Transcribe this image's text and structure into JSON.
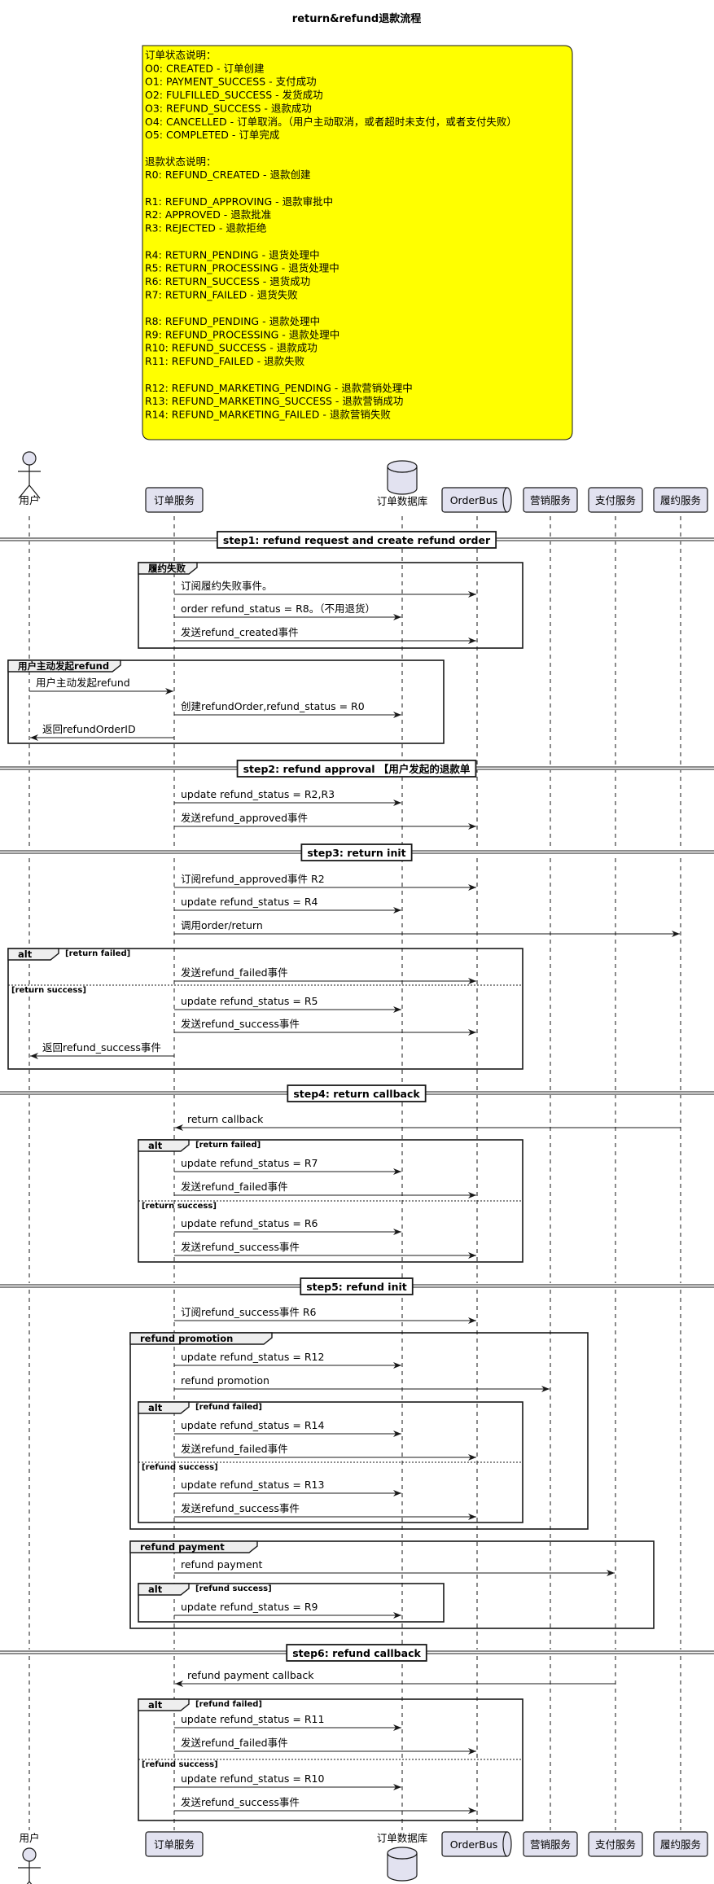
{
  "title": "return&refund退款流程",
  "note": [
    "订单状态说明：",
    "O0: CREATED - 订单创建",
    "O1: PAYMENT_SUCCESS - 支付成功",
    "O2: FULFILLED_SUCCESS - 发货成功",
    "O3: REFUND_SUCCESS - 退款成功",
    "O4: CANCELLED - 订单取消。（用户主动取消，或者超时未支付，或者支付失败）",
    "O5: COMPLETED - 订单完成",
    "",
    "退款状态说明：",
    "R0: REFUND_CREATED - 退款创建",
    "",
    "R1: REFUND_APPROVING - 退款审批中",
    "R2: APPROVED - 退款批准",
    "R3: REJECTED - 退款拒绝",
    "",
    "R4: RETURN_PENDING - 退货处理中",
    "R5: RETURN_PROCESSING - 退货处理中",
    "R6: RETURN_SUCCESS - 退货成功",
    "R7: RETURN_FAILED - 退货失败",
    "",
    "R8: REFUND_PENDING - 退款处理中",
    "R9: REFUND_PROCESSING - 退款处理中",
    "R10: REFUND_SUCCESS - 退款成功",
    "R11: REFUND_FAILED - 退款失败",
    "",
    "R12: REFUND_MARKETING_PENDING - 退款营销处理中",
    "R13: REFUND_MARKETING_SUCCESS - 退款营销成功",
    "R14: REFUND_MARKETING_FAILED - 退款营销失败"
  ],
  "colors": {
    "note_fill": "#ffff00",
    "participant_fill": "#e2e2f0",
    "line": "#181818",
    "background": "#ffffff"
  },
  "participants": [
    {
      "id": "user",
      "label": "用户",
      "kind": "actor"
    },
    {
      "id": "order",
      "label": "订单服务",
      "kind": "participant"
    },
    {
      "id": "db",
      "label": "订单数据库",
      "kind": "database"
    },
    {
      "id": "bus",
      "label": "OrderBus",
      "kind": "queue"
    },
    {
      "id": "mkt",
      "label": "营销服务",
      "kind": "participant"
    },
    {
      "id": "pay",
      "label": "支付服务",
      "kind": "participant"
    },
    {
      "id": "ful",
      "label": "履约服务",
      "kind": "participant"
    }
  ],
  "dividers": [
    "step1: refund request and create refund order",
    "step2: refund approval 【用户发起的退款单",
    "step3: return init",
    "step4: return callback",
    "step5: refund init",
    "step6: refund callback"
  ],
  "frames": [
    {
      "label": "履约失败",
      "guards": []
    },
    {
      "label": "用户主动发起refund",
      "guards": []
    },
    {
      "label": "alt",
      "guards": [
        "[return failed]",
        "[return success]"
      ]
    },
    {
      "label": "alt",
      "guards": [
        "[return failed]",
        "[return success]"
      ]
    },
    {
      "label": "refund promotion",
      "guards": []
    },
    {
      "label": "alt",
      "guards": [
        "[refund failed]",
        "[refund success]"
      ]
    },
    {
      "label": "refund payment",
      "guards": []
    },
    {
      "label": "alt",
      "guards": [
        "[refund success]"
      ]
    },
    {
      "label": "alt",
      "guards": [
        "[refund failed]",
        "[refund success]"
      ]
    }
  ],
  "messages": [
    {
      "from": "order",
      "to": "bus",
      "text": "订阅履约失败事件。"
    },
    {
      "from": "order",
      "to": "db",
      "text": "order refund_status = R8。（不用退货）"
    },
    {
      "from": "order",
      "to": "bus",
      "text": "发送refund_created事件"
    },
    {
      "from": "user",
      "to": "order",
      "text": "用户主动发起refund"
    },
    {
      "from": "order",
      "to": "db",
      "text": "创建refundOrder,refund_status = R0"
    },
    {
      "from": "order",
      "to": "user",
      "text": "返回refundOrderID"
    },
    {
      "from": "order",
      "to": "db",
      "text": "update refund_status = R2,R3"
    },
    {
      "from": "order",
      "to": "bus",
      "text": "发送refund_approved事件"
    },
    {
      "from": "order",
      "to": "bus",
      "text": "订阅refund_approved事件 R2"
    },
    {
      "from": "order",
      "to": "db",
      "text": "update refund_status = R4"
    },
    {
      "from": "order",
      "to": "ful",
      "text": "调用order/return"
    },
    {
      "from": "order",
      "to": "bus",
      "text": "发送refund_failed事件"
    },
    {
      "from": "order",
      "to": "db",
      "text": "update refund_status = R5"
    },
    {
      "from": "order",
      "to": "bus",
      "text": "发送refund_success事件"
    },
    {
      "from": "order",
      "to": "user",
      "text": "返回refund_success事件"
    },
    {
      "from": "ful",
      "to": "order",
      "text": "return callback"
    },
    {
      "from": "order",
      "to": "db",
      "text": "update refund_status = R7"
    },
    {
      "from": "order",
      "to": "bus",
      "text": "发送refund_failed事件"
    },
    {
      "from": "order",
      "to": "db",
      "text": "update refund_status = R6"
    },
    {
      "from": "order",
      "to": "bus",
      "text": "发送refund_success事件"
    },
    {
      "from": "order",
      "to": "bus",
      "text": "订阅refund_success事件 R6"
    },
    {
      "from": "order",
      "to": "db",
      "text": "update refund_status = R12"
    },
    {
      "from": "order",
      "to": "mkt",
      "text": "refund promotion"
    },
    {
      "from": "order",
      "to": "db",
      "text": "update refund_status = R14"
    },
    {
      "from": "order",
      "to": "bus",
      "text": "发送refund_failed事件"
    },
    {
      "from": "order",
      "to": "db",
      "text": "update refund_status = R13"
    },
    {
      "from": "order",
      "to": "bus",
      "text": "发送refund_success事件"
    },
    {
      "from": "order",
      "to": "pay",
      "text": "refund payment"
    },
    {
      "from": "order",
      "to": "db",
      "text": "update refund_status = R9"
    },
    {
      "from": "pay",
      "to": "order",
      "text": "refund payment callback"
    },
    {
      "from": "order",
      "to": "db",
      "text": "update refund_status = R11"
    },
    {
      "from": "order",
      "to": "bus",
      "text": "发送refund_failed事件"
    },
    {
      "from": "order",
      "to": "db",
      "text": "update refund_status = R10"
    },
    {
      "from": "order",
      "to": "bus",
      "text": "发送refund_success事件"
    }
  ]
}
